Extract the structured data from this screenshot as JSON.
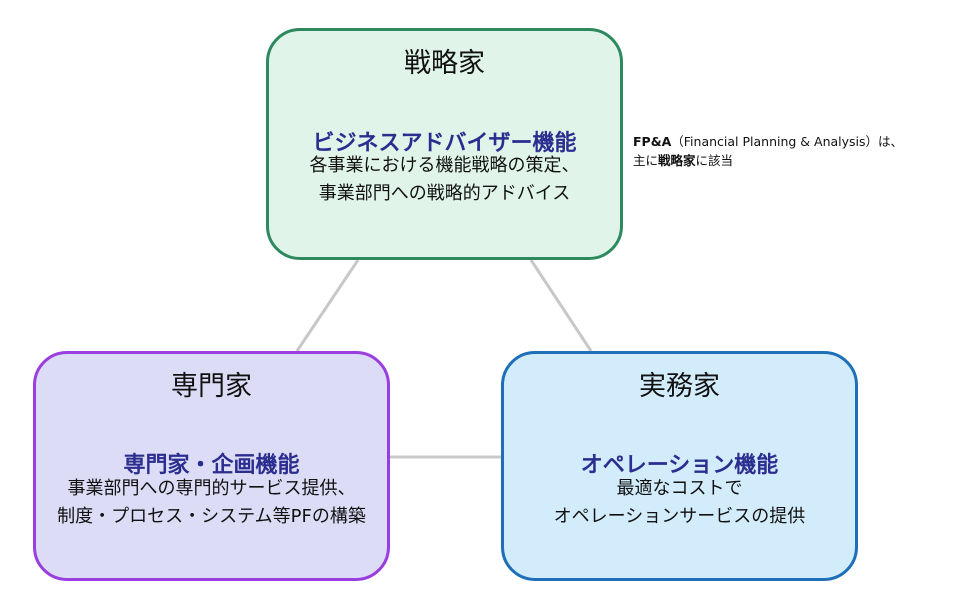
{
  "colors": {
    "connector": "#c8c8c8",
    "heading_text": "#2b2d8f",
    "strategist_border": "#2e8a5e",
    "strategist_fill": "#e0f4ea",
    "specialist_border": "#9a3ee0",
    "specialist_fill": "#dcdcf6",
    "operator_border": "#1e6fb8",
    "operator_fill": "#d3ecfb"
  },
  "nodes": {
    "strategist": {
      "title": "戦略家",
      "heading": "ビジネスアドバイザー機能",
      "desc_lines": [
        "各事業における機能戦略の策定、",
        "事業部門への戦略的アドバイス"
      ]
    },
    "specialist": {
      "title": "専門家",
      "heading": "専門家・企画機能",
      "desc_lines": [
        "事業部門への専門的サービス提供、",
        "制度・プロセス・システム等PFの構築"
      ]
    },
    "operator": {
      "title": "実務家",
      "heading": "オペレーション機能",
      "desc_lines": [
        "最適なコストで",
        "オペレーションサービスの提供"
      ]
    }
  },
  "note": {
    "bold_1": "FP&A",
    "text_1": "（Financial Planning & Analysis）は、",
    "text_2": "主に",
    "bold_2": "戦略家",
    "text_3": "に該当"
  }
}
